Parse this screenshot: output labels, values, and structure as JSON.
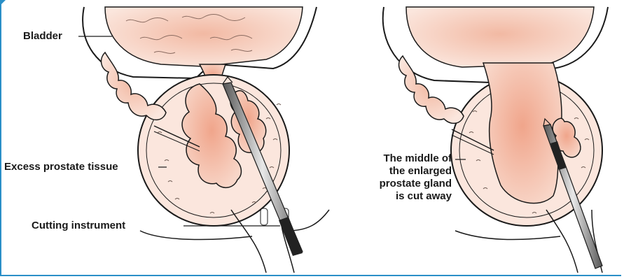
{
  "labels": {
    "bladder": "Bladder",
    "excess": "Excess prostate tissue",
    "instrument": "Cutting instrument",
    "middle_line1": "The middle of",
    "middle_line2": "the enlarged",
    "middle_line3": "prostate gland",
    "middle_line4": "is cut away"
  },
  "colors": {
    "frame": "#2a8fc7",
    "tissue": "#f3c2ae",
    "tissue_light": "#f9e0d6",
    "outline": "#1a1a1a"
  }
}
